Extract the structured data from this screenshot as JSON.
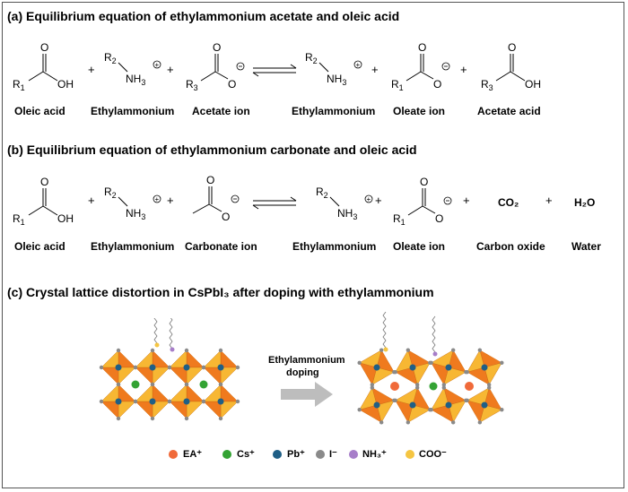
{
  "section_a": {
    "title": "(a)  Equilibrium equation of ethylammonium acetate and oleic acid",
    "labels": [
      "Oleic acid",
      "Ethylammonium",
      "Acetate ion",
      "Ethylammonium",
      "Oleate ion",
      "Acetate acid"
    ]
  },
  "section_b": {
    "title": "(b) Equilibrium equation of ethylammonium carbonate and oleic acid",
    "labels": [
      "Oleic acid",
      "Ethylammonium",
      "Carbonate ion",
      "Ethylammonium",
      "Oleate ion",
      "Carbon oxide",
      "Water"
    ],
    "co2": "CO₂",
    "h2o": "H₂O"
  },
  "section_c": {
    "title": "(c) Crystal lattice distortion in CsPbI₃ after doping with ethylammonium",
    "arrow_label_1": "Ethylammonium",
    "arrow_label_2": "doping"
  },
  "legend": [
    {
      "label": "EA⁺",
      "color": "#f06a3a"
    },
    {
      "label": "Cs⁺",
      "color": "#34a334"
    },
    {
      "label": "Pb⁺",
      "color": "#1f5f86"
    },
    {
      "label": "I⁻",
      "color": "#8a8a8a"
    },
    {
      "label": "NH₃⁺",
      "color": "#a77ec9"
    },
    {
      "label": "COO⁻",
      "color": "#f5c542"
    }
  ],
  "colors": {
    "octa_orange": "#ef7a1e",
    "octa_yellow": "#f7b733",
    "pb": "#1f5f86",
    "iodide": "#8a8a8a"
  }
}
